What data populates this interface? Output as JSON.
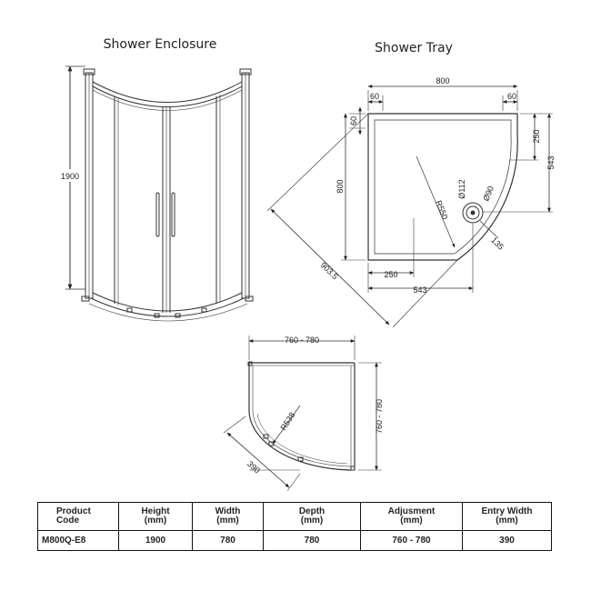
{
  "titles": {
    "enclosure": "Shower Enclosure",
    "tray": "Shower Tray"
  },
  "enclosure_dims": {
    "height": "1900"
  },
  "tray_dims": {
    "width": "800",
    "left_inset": "60",
    "right_inset": "60",
    "top_inset": "60",
    "right_offset": "250",
    "right_depth": "543",
    "left_depth": "800",
    "bottom_offset": "250",
    "bottom_depth": "543",
    "diagonal": "903.5",
    "radius": "R550",
    "waste_outer": "Ø112",
    "waste_inner": "Ø90",
    "waste_offset": "135"
  },
  "plan_dims": {
    "width": "760 - 780",
    "depth": "760 - 780",
    "radius": "R538",
    "entry": "390"
  },
  "table": {
    "headers": [
      {
        "line1": "Product",
        "line2": "Code"
      },
      {
        "line1": "Height",
        "line2": "(mm)"
      },
      {
        "line1": "Width",
        "line2": "(mm)"
      },
      {
        "line1": "Depth",
        "line2": "(mm)"
      },
      {
        "line1": "Adjusment",
        "line2": "(mm)"
      },
      {
        "line1": "Entry Width",
        "line2": "(mm)"
      }
    ],
    "row": [
      "M800Q-E8",
      "1900",
      "780",
      "780",
      "760 - 780",
      "390"
    ]
  }
}
